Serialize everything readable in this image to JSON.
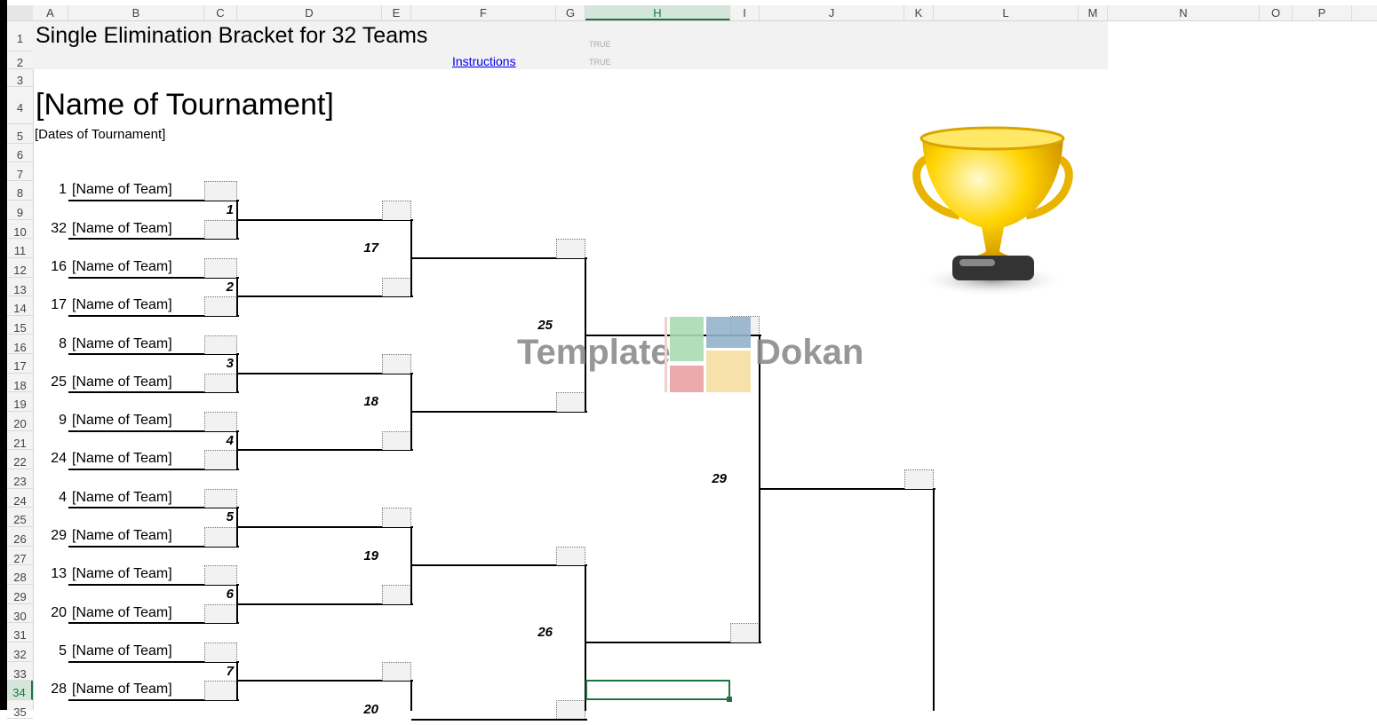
{
  "columns": [
    "A",
    "B",
    "C",
    "D",
    "E",
    "F",
    "G",
    "H",
    "I",
    "J",
    "K",
    "L",
    "M",
    "N",
    "O",
    "P"
  ],
  "selected_column": "H",
  "selected_row": 34,
  "header": {
    "title": "Single Elimination Bracket for 32 Teams",
    "instructions_link": "Instructions",
    "flag1": "TRUE",
    "flag2": "TRUE"
  },
  "tournament": {
    "name": "[Name of Tournament]",
    "dates": "[Dates of Tournament]"
  },
  "teams": [
    {
      "seed": "1",
      "name": "[Name of Team]"
    },
    {
      "seed": "32",
      "name": "[Name of Team]"
    },
    {
      "seed": "16",
      "name": "[Name of Team]"
    },
    {
      "seed": "17",
      "name": "[Name of Team]"
    },
    {
      "seed": "8",
      "name": "[Name of Team]"
    },
    {
      "seed": "25",
      "name": "[Name of Team]"
    },
    {
      "seed": "9",
      "name": "[Name of Team]"
    },
    {
      "seed": "24",
      "name": "[Name of Team]"
    },
    {
      "seed": "4",
      "name": "[Name of Team]"
    },
    {
      "seed": "29",
      "name": "[Name of Team]"
    },
    {
      "seed": "13",
      "name": "[Name of Team]"
    },
    {
      "seed": "20",
      "name": "[Name of Team]"
    },
    {
      "seed": "5",
      "name": "[Name of Team]"
    },
    {
      "seed": "28",
      "name": "[Name of Team]"
    }
  ],
  "matches": {
    "round1": [
      "1",
      "2",
      "3",
      "4",
      "5",
      "6",
      "7"
    ],
    "round2": [
      "17",
      "18",
      "19",
      "20"
    ],
    "round3": [
      "25",
      "26"
    ],
    "round4": [
      "29"
    ]
  },
  "watermark": {
    "left": "Template",
    "right": "Dokan"
  },
  "colors": {
    "accent": "#217346",
    "link": "#0000ee"
  }
}
